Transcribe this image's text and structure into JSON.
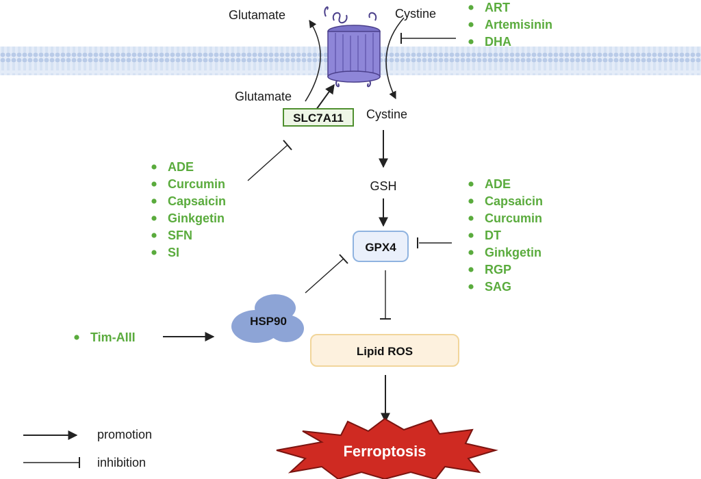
{
  "colors": {
    "drug_green": "#5aab3d",
    "membrane": "#c6d6ee",
    "transporter": "#8e86d8",
    "hsp90": "#8da4d6",
    "gpx4_fill": "#eaf0fb",
    "gpx4_stroke": "#8fb3e0",
    "lipid_fill": "#fdf1de",
    "lipid_stroke": "#f1d59a",
    "slc_fill": "#eef6e6",
    "slc_stroke": "#4f8f2f",
    "ferroptosis": "#cf2a22"
  },
  "labels": {
    "glutamate_out": "Glutamate",
    "cystine_out": "Cystine",
    "glutamate_in": "Glutamate",
    "cystine_in": "Cystine",
    "slc7a11": "SLC7A11",
    "gsh": "GSH",
    "gpx4": "GPX4",
    "hsp90": "HSP90",
    "lipid_ros": "Lipid ROS",
    "ferroptosis": "Ferroptosis"
  },
  "drug_groups": {
    "cystine_inhibitors": [
      "ART",
      "Artemisinin",
      "DHA"
    ],
    "slc7a11_inhibitors": [
      "ADE",
      "Curcumin",
      "Capsaicin",
      "Ginkgetin",
      "SFN",
      "SI"
    ],
    "gpx4_inhibitors": [
      "ADE",
      "Capsaicin",
      "Curcumin",
      "DT",
      "Ginkgetin",
      "RGP",
      "SAG"
    ],
    "hsp90_promoters": [
      "Tim-AIII"
    ]
  },
  "legend": {
    "promotion": "promotion",
    "inhibition": "inhibition"
  }
}
